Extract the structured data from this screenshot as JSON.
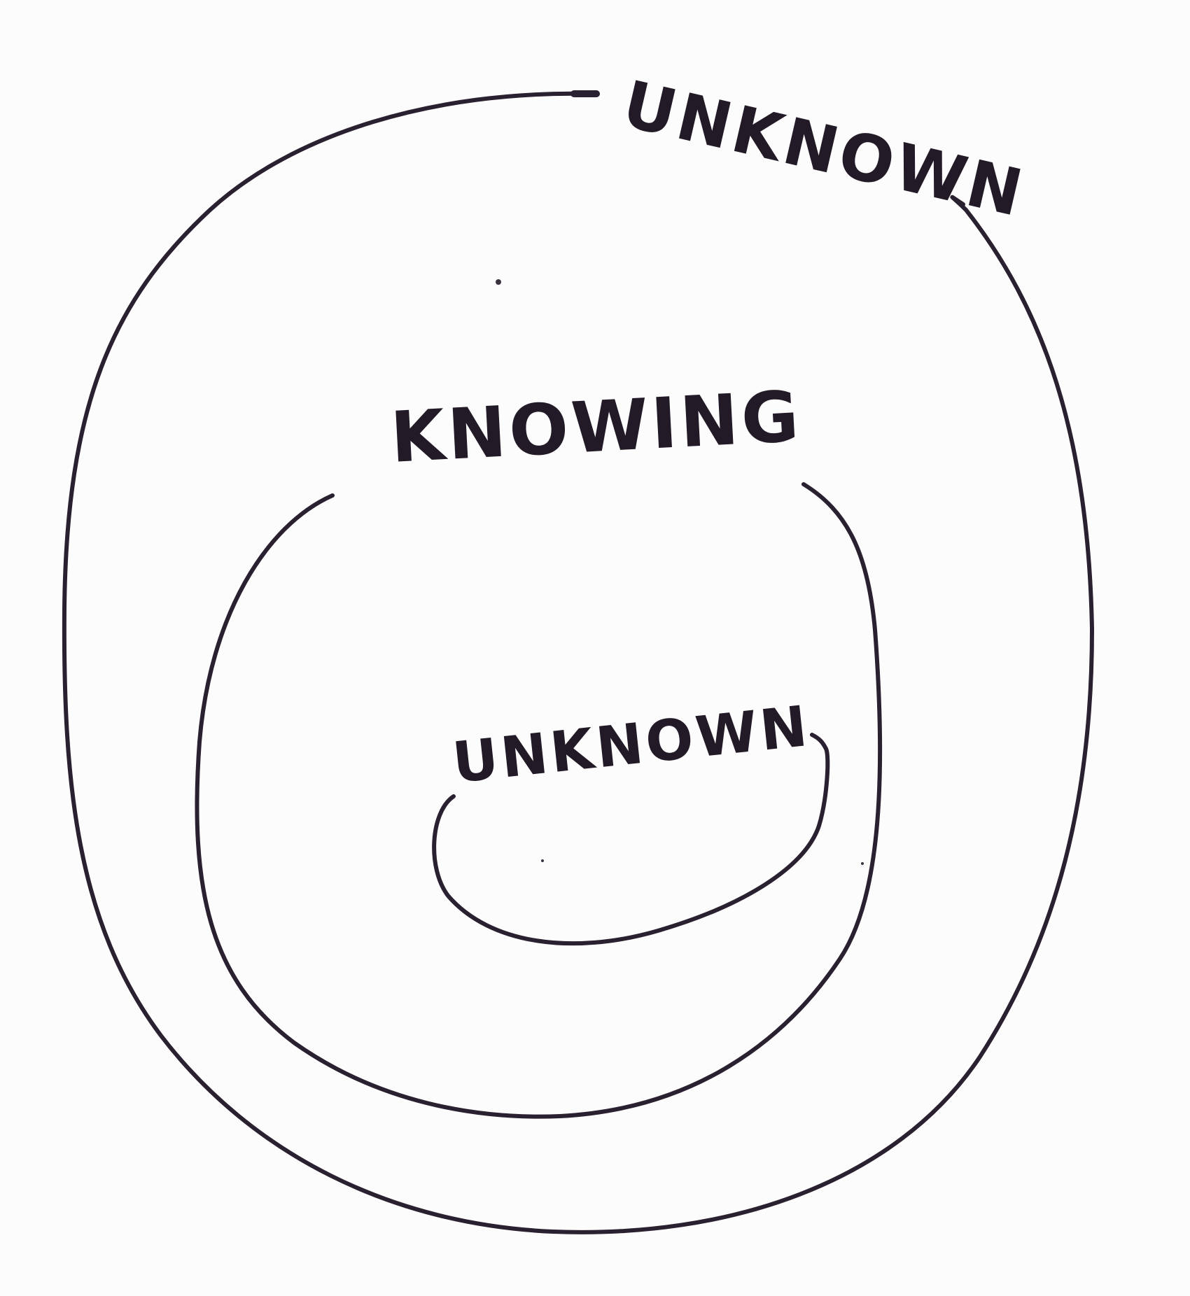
{
  "diagram": {
    "labels": {
      "outer": "UNKNOWN",
      "middle": "KNOWING",
      "inner": "UNKNOWN"
    },
    "colors": {
      "paper": "#fdfcfd",
      "ink": "#2a2130"
    }
  }
}
